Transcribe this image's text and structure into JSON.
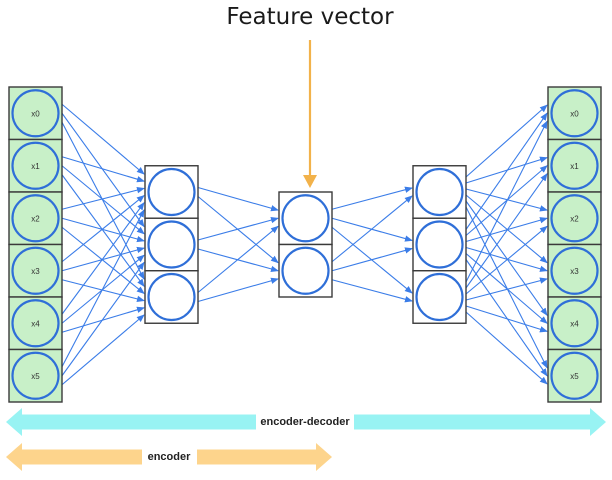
{
  "title": "Feature vector",
  "colors": {
    "edge": "#3b7de8",
    "node_stroke": "#2f6fd8",
    "io_fill": "#c8f0c8",
    "hidden_fill": "#ffffff",
    "box_stroke": "#3a3a3a",
    "feature_arrow": "#f2b24a",
    "encoder_decoder_band": "#98f3f3",
    "encoder_band": "#fdd48c"
  },
  "layers": [
    {
      "name": "input",
      "kind": "io",
      "nodes": [
        "x0",
        "x1",
        "x2",
        "x3",
        "x4",
        "x5"
      ]
    },
    {
      "name": "hidden-1",
      "kind": "hidden",
      "nodes": [
        "",
        "",
        ""
      ]
    },
    {
      "name": "bottleneck",
      "kind": "hidden",
      "nodes": [
        "",
        ""
      ]
    },
    {
      "name": "hidden-2",
      "kind": "hidden",
      "nodes": [
        "",
        "",
        ""
      ]
    },
    {
      "name": "output",
      "kind": "io",
      "nodes": [
        "x0",
        "x1",
        "x2",
        "x3",
        "x4",
        "x5"
      ]
    }
  ],
  "connections": "fully-connected",
  "feature_arrow_target": "bottleneck",
  "bands": {
    "encoder_decoder": {
      "label": "encoder-decoder",
      "span": [
        "input",
        "output"
      ]
    },
    "encoder": {
      "label": "encoder",
      "span": [
        "input",
        "bottleneck"
      ]
    }
  }
}
